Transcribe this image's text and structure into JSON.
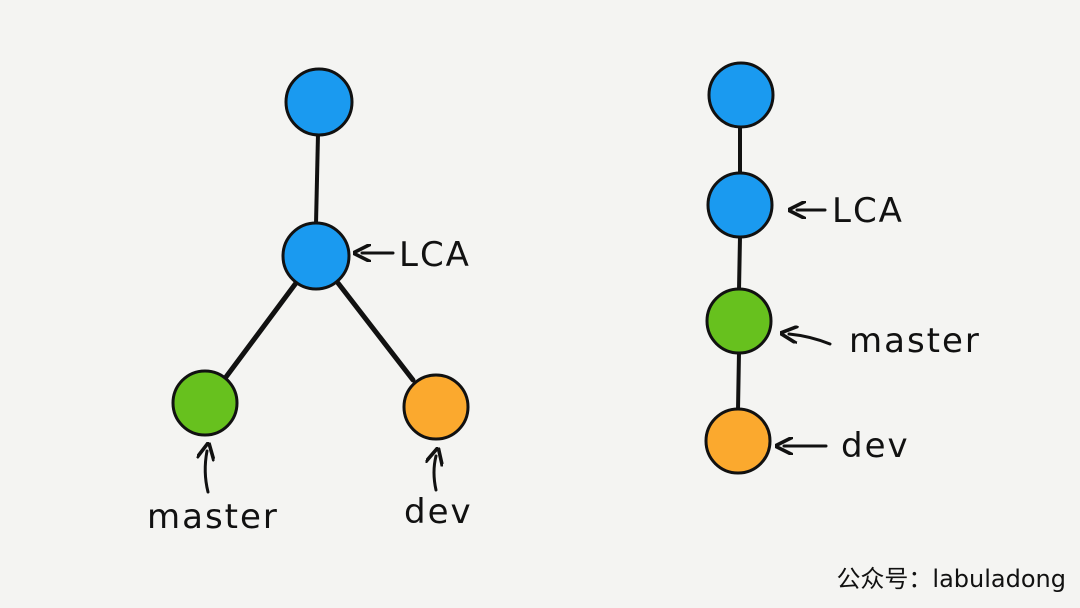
{
  "colors": {
    "blue": "#1a9af0",
    "green": "#67c11e",
    "orange": "#fba92e",
    "stroke": "#111111",
    "background": "#f4f4f2"
  },
  "left_tree": {
    "lca_label": "LCA",
    "master_label": "master",
    "dev_label": "dev"
  },
  "right_chain": {
    "lca_label": "LCA",
    "master_label": "master",
    "dev_label": "dev"
  },
  "footer": {
    "text": "公众号：labuladong"
  }
}
